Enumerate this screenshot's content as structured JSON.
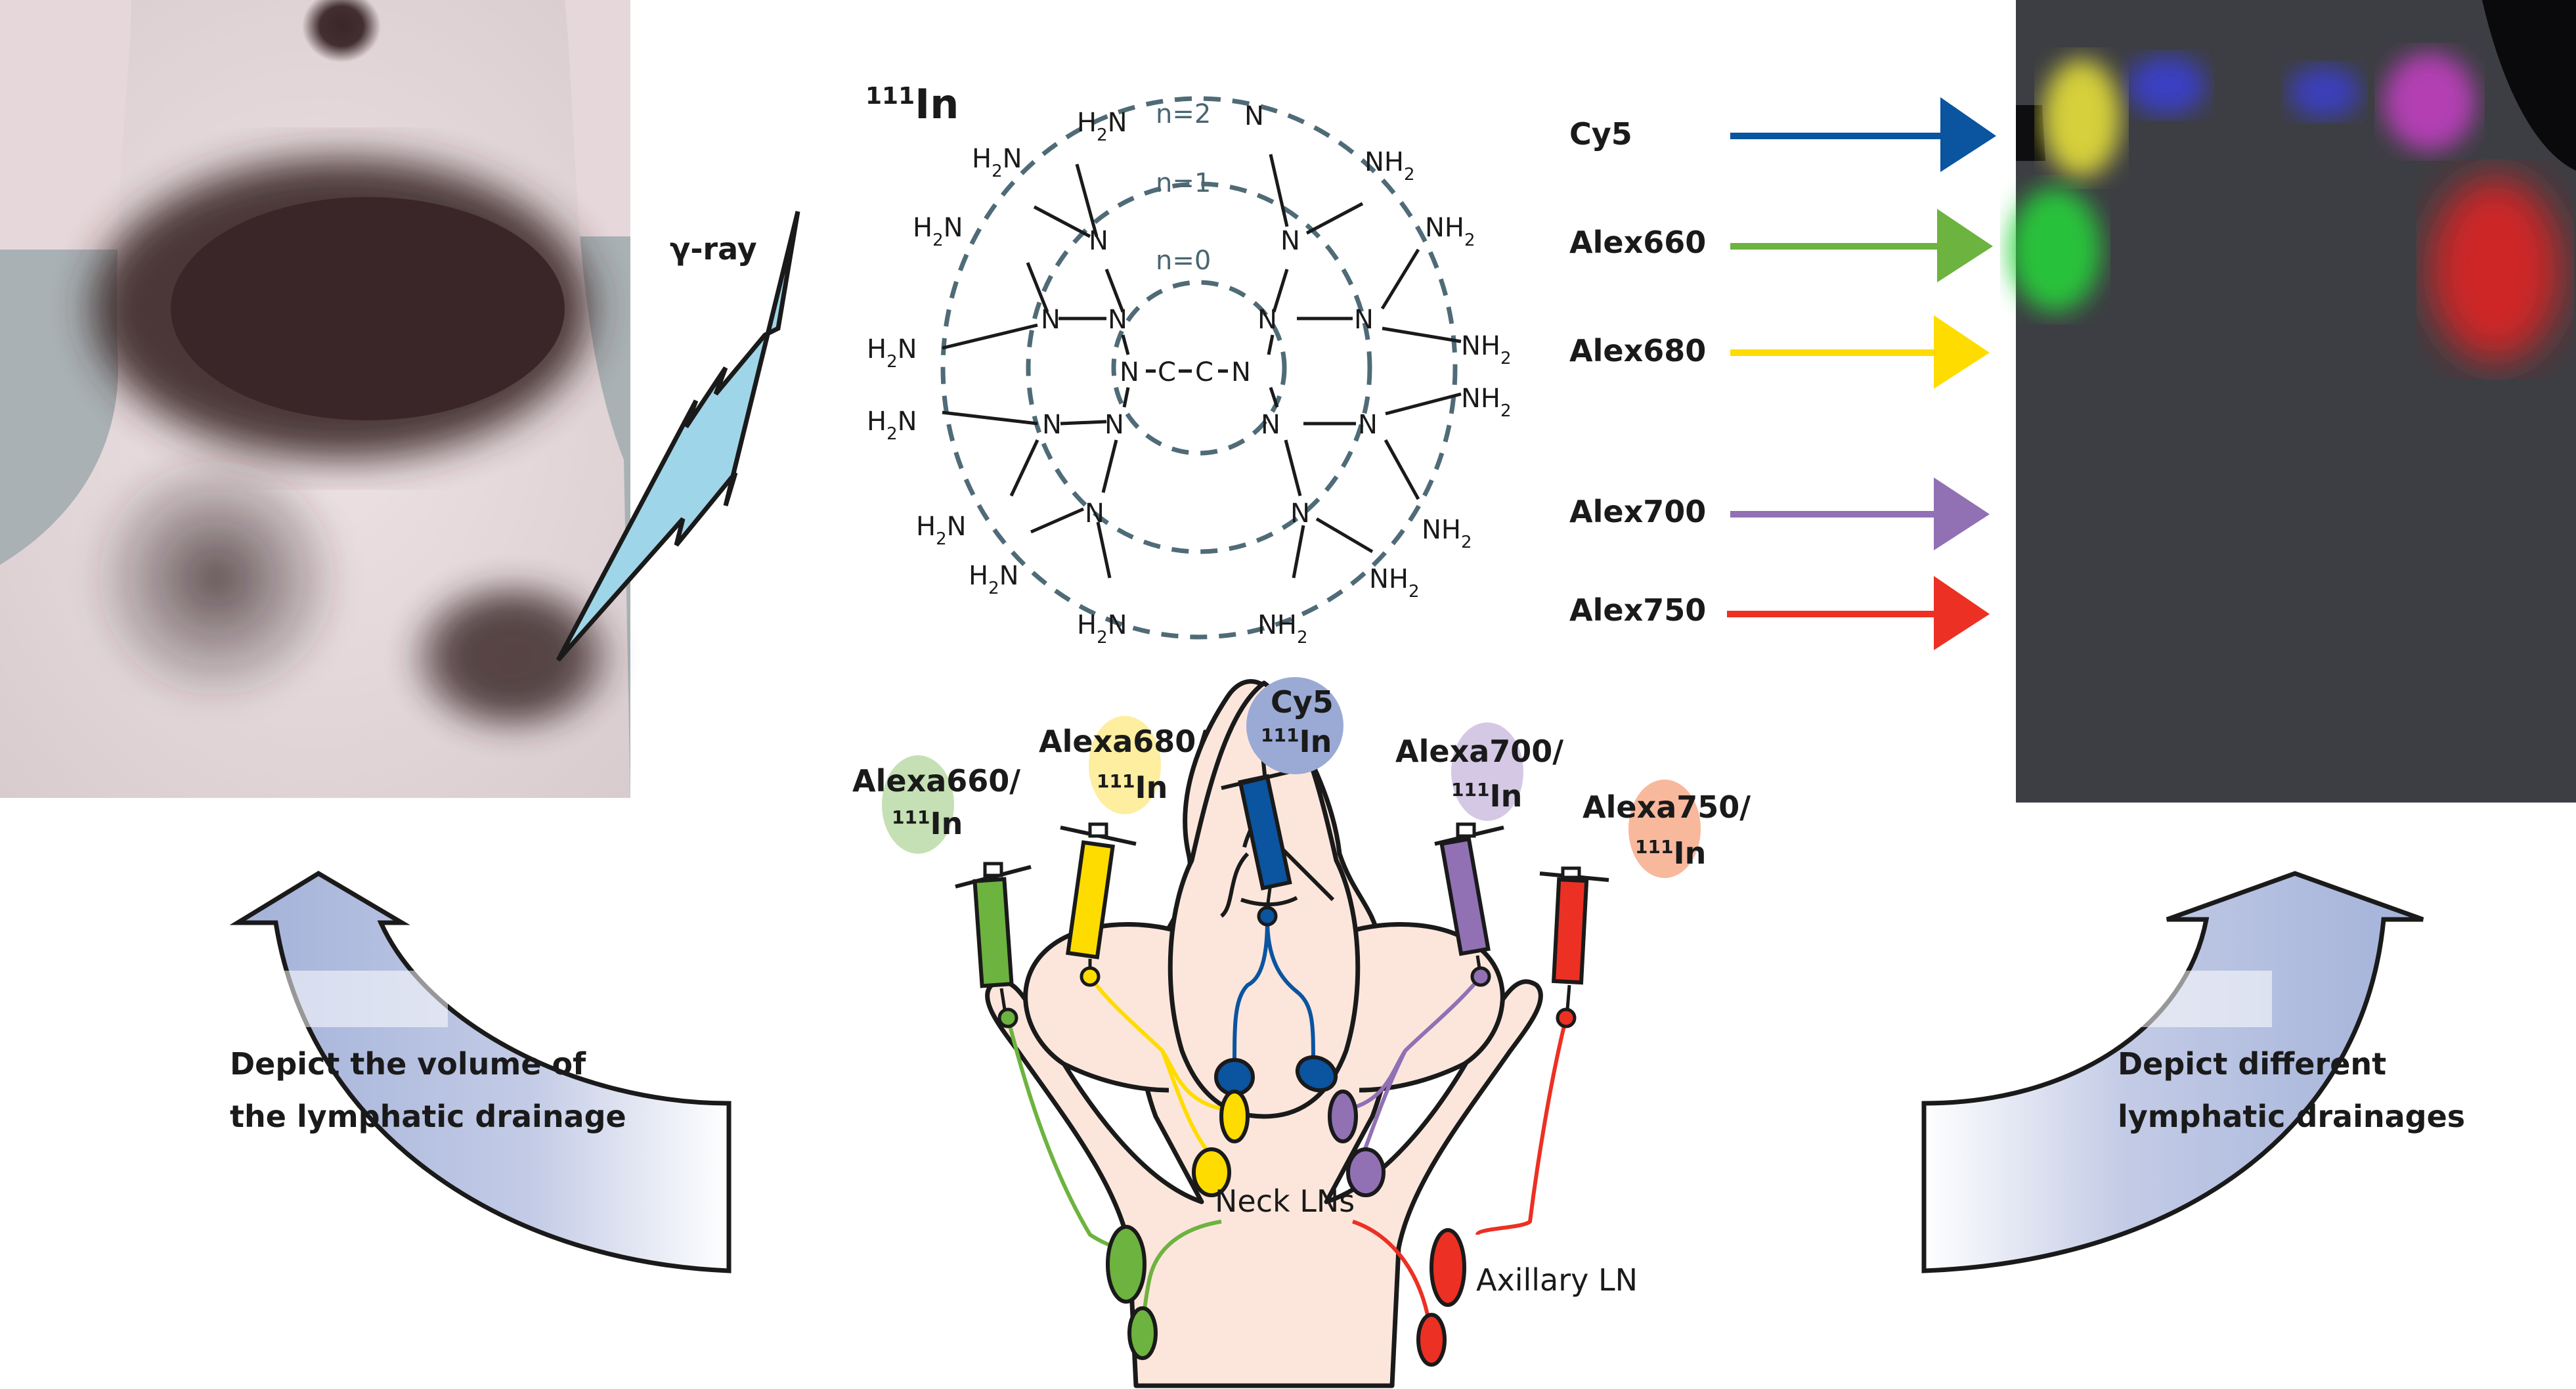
{
  "figure": {
    "left_panel": {
      "image": "mouse-scintigraphy-photo",
      "signal_label": "γ-ray",
      "caption_lines": [
        "Depict the volume of",
        "the lymphatic drainage"
      ]
    },
    "right_panel": {
      "image": "mouse-multicolor-fluorescence-photo",
      "caption_lines": [
        "Depict different",
        "lymphatic drainages"
      ]
    },
    "dendrimer": {
      "isotope_mass": "111",
      "isotope_symbol": "In",
      "generations": [
        "n=0",
        "n=1",
        "n=2"
      ],
      "core": [
        "N",
        "C",
        "C",
        "N"
      ],
      "atom_label": "N",
      "terminal_left": "H2N",
      "terminal_right": "NH2",
      "bond_dash": "-"
    },
    "dye_arrows": [
      {
        "label": "Cy5",
        "color": "#0a54a0"
      },
      {
        "label": "Alex660",
        "color": "#6db33f"
      },
      {
        "label": "Alex680",
        "color": "#ffdc00"
      },
      {
        "label": "Alex700",
        "color": "#9170b4"
      },
      {
        "label": "Alex750",
        "color": "#ec3023"
      }
    ],
    "injections": [
      {
        "line1": "Alexa660/",
        "mass": "111",
        "symbol": "In",
        "bubble_color": "#c5e0b4",
        "syringe_color": "#6db33f"
      },
      {
        "line1": "Alexa680/",
        "mass": "111",
        "symbol": "In",
        "bubble_color": "#fdeea0",
        "syringe_color": "#ffdc00"
      },
      {
        "line1": "Cy5",
        "mass": "111",
        "symbol": "In",
        "bubble_color": "#9aaad5",
        "syringe_color": "#0a54a0"
      },
      {
        "line1": "Alexa700/",
        "mass": "111",
        "symbol": "In",
        "bubble_color": "#d4c8e5",
        "syringe_color": "#9170b4"
      },
      {
        "line1": "Alexa750/",
        "mass": "111",
        "symbol": "In",
        "bubble_color": "#f8b89c",
        "syringe_color": "#ec3023"
      }
    ],
    "anatomy_labels": {
      "neck": "Neck LNs",
      "axillary": "Axillary LN"
    },
    "colors": {
      "mouse_skin": "#fce6dc",
      "arrow_fill": "#a3b2d9",
      "lightning": "#9fd5e8",
      "shell_dash": "#4f6b77"
    }
  }
}
